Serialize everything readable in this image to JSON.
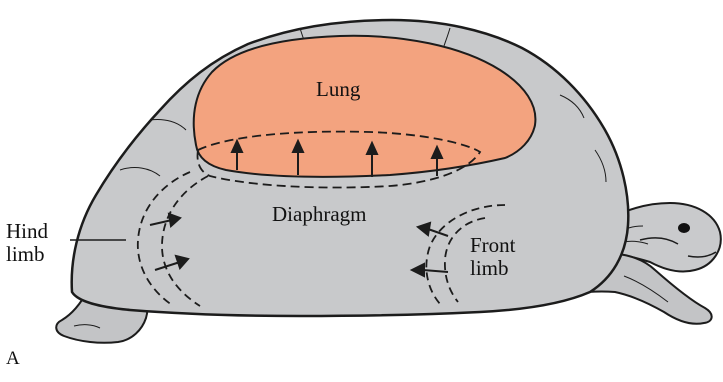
{
  "figure": {
    "panel_letter": "A",
    "labels": {
      "lung": "Lung",
      "diaphragm": "Diaphragm",
      "hind_limb_line1": "Hind",
      "hind_limb_line2": "limb",
      "front_limb_line1": "Front",
      "front_limb_line2": "limb"
    },
    "colors": {
      "shell": "#c8c9cb",
      "body": "#bfc0c3",
      "lung": "#f3a37f",
      "outline": "#1c1c1c",
      "background": "#ffffff"
    }
  }
}
